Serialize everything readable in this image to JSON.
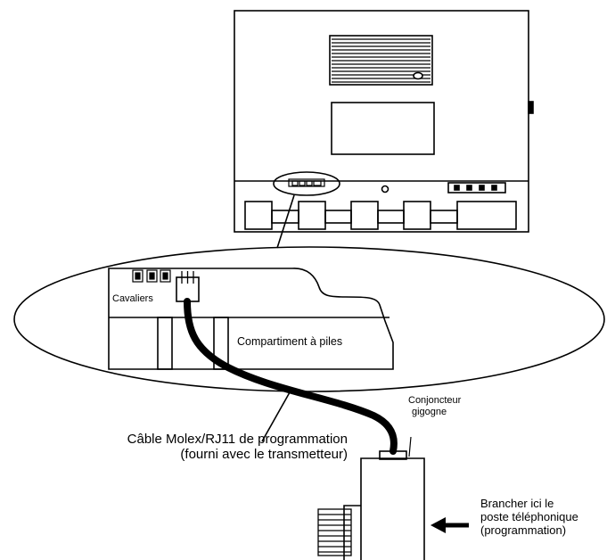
{
  "labels": {
    "jumpers": "Cavaliers",
    "battery_compartment": "Compartiment à piles",
    "piggyback_jack_line1": "Conjoncteur",
    "piggyback_jack_line2": "gigogne",
    "cable_line1": "Câble Molex/RJ11 de programmation",
    "cable_line2": "(fourni avec le transmetteur)",
    "phone_line1": "Brancher ici le",
    "phone_line2": "poste téléphonique",
    "phone_line3": "(programmation)"
  },
  "colors": {
    "stroke": "#000000",
    "background": "#ffffff"
  }
}
